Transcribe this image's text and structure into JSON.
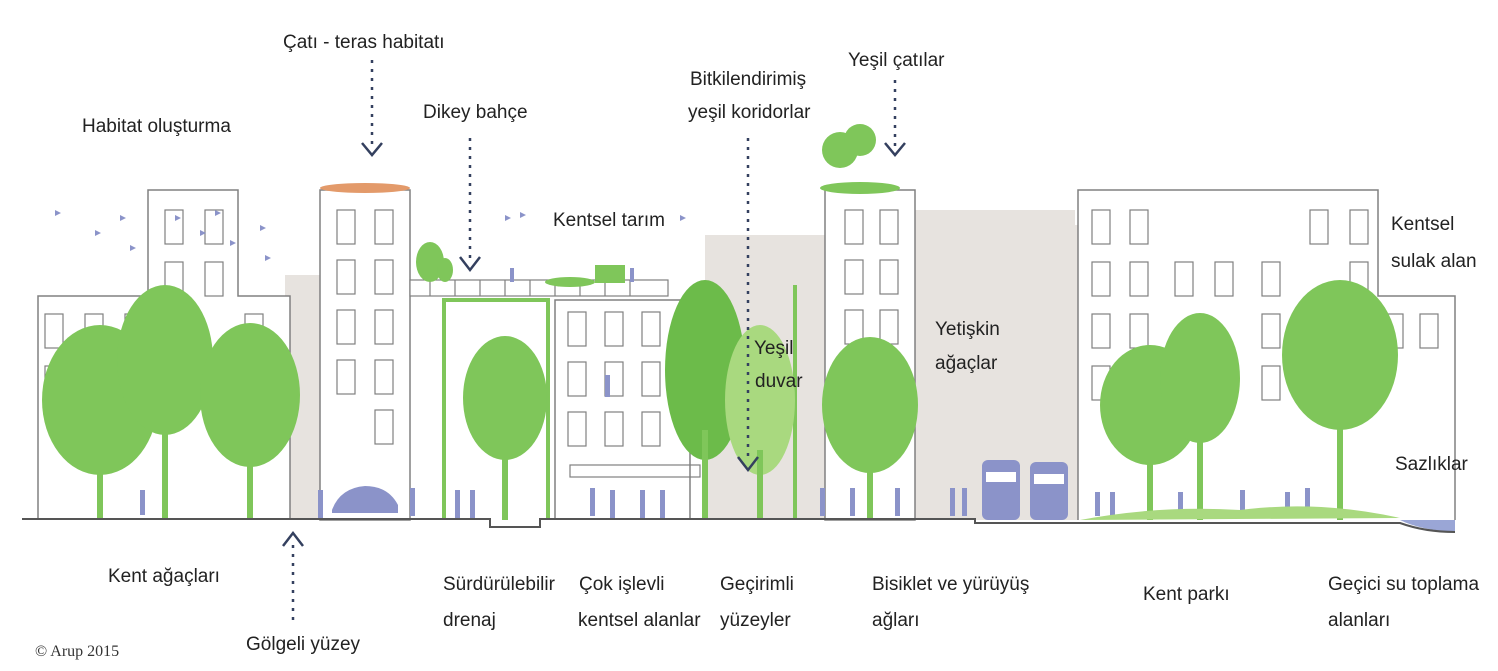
{
  "colors": {
    "building": "#808080",
    "backdrop": "#e7e3df",
    "tree": "#7fc65a",
    "tree_dark": "#5fae42",
    "people": "#8b93c9",
    "arrow": "#34405f",
    "ground": "#555555",
    "water": "#9aa6d6"
  },
  "labels": {
    "habitat": "Habitat oluşturma",
    "roof_terrace": "Çatı - teras habitatı",
    "vertical_garden": "Dikey bahçe",
    "corridors_1": "Bitkilendirimiş",
    "corridors_2": "yeşil koridorlar",
    "green_roofs": "Yeşil çatılar",
    "urban_agri": "Kentsel tarım",
    "green_wall_1": "Yeşil",
    "green_wall_2": "duvar",
    "mature_trees_1": "Yetişkin",
    "mature_trees_2": "ağaçlar",
    "wetland_1": "Kentsel",
    "wetland_2": "sulak alan",
    "reeds": "Sazlıklar",
    "street_trees": "Kent ağaçları",
    "shaded_surface": "Gölgeli yüzey",
    "drainage_1": "Sürdürülebilir",
    "drainage_2": "drenaj",
    "multi_1": "Çok işlevli",
    "multi_2": "kentsel alanlar",
    "permeable_1": "Geçirimli",
    "permeable_2": "yüzeyler",
    "bike_1": "Bisiklet ve yürüyüş",
    "bike_2": "ağları",
    "park": "Kent parkı",
    "temp_water_1": "Geçici su toplama",
    "temp_water_2": "alanları",
    "copyright": "© Arup 2015"
  }
}
